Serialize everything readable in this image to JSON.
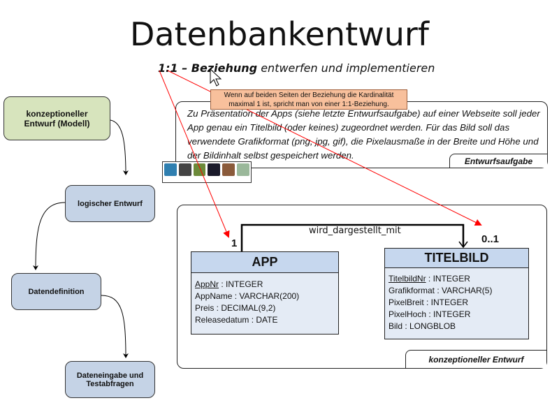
{
  "title": "Datenbankentwurf",
  "subtitle": {
    "bold": "1:1 – Beziehung",
    "rest": " entwerfen und implementieren"
  },
  "steps": [
    "konzeptioneller Entwurf (Modell)",
    "logischer Entwurf",
    "Datendefinition",
    "Dateneingabe und Testabfragen"
  ],
  "task": {
    "text": "Zu Präsentation der Apps (siehe letzte Entwurfsaufgabe) auf einer Webseite soll jeder App genau ein Titelbild (oder keines) zugeordnet werden. Für das Bild soll das verwendete Grafikformat (png, jpg, gif), die Pixelausmaße in der Breite und Höhe und der Bildinhalt selbst gespeichert werden.",
    "label": "Entwurfsaufgabe"
  },
  "tooltip": {
    "line1": "Wenn auf beiden Seiten der Beziehung die Kardinalität",
    "line2": "maximal 1 ist, spricht man von einer 1:1-Beziehung."
  },
  "model": {
    "label": "konzeptioneller Entwurf",
    "relationship": "wird_dargestellt_mit",
    "card_left": "1",
    "card_right": "0..1",
    "app": {
      "name": "APP",
      "key": "AppNr",
      "key_type": " : INTEGER",
      "attrs": [
        "AppName : VARCHAR(200)",
        "Preis : DECIMAL(9,2)",
        "Releasedatum : DATE"
      ]
    },
    "titelbild": {
      "name": "TITELBILD",
      "key": "TitelbildNr",
      "key_type": " : INTEGER",
      "attrs": [
        "Grafikformat : VARCHAR(5)",
        "PixelBreit : INTEGER",
        "PixelHoch : INTEGER",
        "Bild : LONGBLOB"
      ]
    }
  },
  "colors": {
    "conceptual": "#d7e4bd",
    "steps": "#c5d3e6",
    "entity_header": "#c6d7ee",
    "pointer": "#ff0000",
    "tooltip": "#f8c09c"
  }
}
